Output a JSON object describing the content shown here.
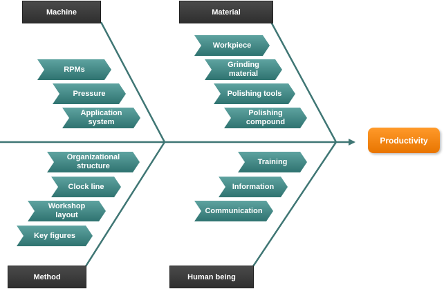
{
  "effect": {
    "label": "Productivity",
    "color": "#f08a10"
  },
  "colors": {
    "spine": "#3f7674",
    "cause_top": "#5ea3a0",
    "cause_bottom": "#2f7370",
    "category": "#383838"
  },
  "categories": {
    "machine": {
      "label": "Machine",
      "causes": [
        "RPMs",
        "Pressure",
        "Application\nsystem"
      ]
    },
    "material": {
      "label": "Material",
      "causes": [
        "Workpiece",
        "Grinding\nmaterial",
        "Polishing tools",
        "Polishing\ncompound"
      ]
    },
    "method": {
      "label": "Method",
      "causes": [
        "Organizational\nstructure",
        "Clock line",
        "Workshop\nlayout",
        "Key figures"
      ]
    },
    "human": {
      "label": "Human being",
      "causes": [
        "Training",
        "Information",
        "Communication"
      ]
    }
  }
}
